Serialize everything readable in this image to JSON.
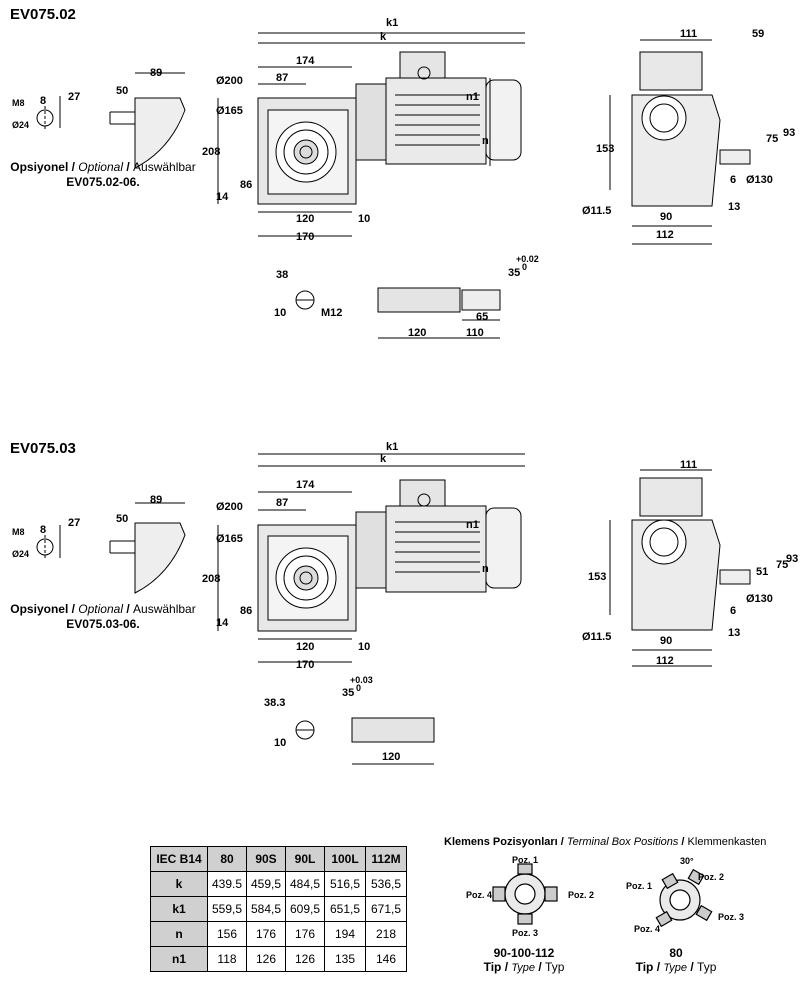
{
  "section1": {
    "title": "EV075.02",
    "optional_note": {
      "tr": "Opsiyonel",
      "en": "Optional",
      "de": "Auswählbar",
      "code": "EV075.02-06."
    },
    "flange_dims": {
      "m8": "M8",
      "d24": "Ø24",
      "d8": "8",
      "d27": "27",
      "d50": "50",
      "d89": "89"
    },
    "front_dims": {
      "k1": "k1",
      "k": "k",
      "d174": "174",
      "d87": "87",
      "d200": "Ø200",
      "d165": "Ø165",
      "d208": "208",
      "d86": "86",
      "d14": "14",
      "d120": "120",
      "d170": "170",
      "d10": "10",
      "n1": "n1",
      "n": "n"
    },
    "side_dims": {
      "d111": "111",
      "d59": "59",
      "d153": "153",
      "d75": "75",
      "d93": "93",
      "d6": "6",
      "d130": "Ø130",
      "d11_5": "Ø11.5",
      "d90": "90",
      "d112": "112",
      "d13": "13"
    },
    "shaft_dims": {
      "d38": "38",
      "d10": "10",
      "m12": "M12",
      "tol": "+0.02",
      "tol0": "0",
      "d35": "35",
      "d120": "120",
      "d65": "65",
      "d110": "110"
    }
  },
  "section2": {
    "title": "EV075.03",
    "optional_note": {
      "tr": "Opsiyonel",
      "en": "Optional",
      "de": "Auswählbar",
      "code": "EV075.03-06."
    },
    "flange_dims": {
      "m8": "M8",
      "d24": "Ø24",
      "d8": "8",
      "d27": "27",
      "d50": "50",
      "d89": "89"
    },
    "front_dims": {
      "k1": "k1",
      "k": "k",
      "d174": "174",
      "d87": "87",
      "d200": "Ø200",
      "d165": "Ø165",
      "d208": "208",
      "d86": "86",
      "d14": "14",
      "d120": "120",
      "d170": "170",
      "d10": "10",
      "n1": "n1",
      "n": "n"
    },
    "side_dims": {
      "d111": "111",
      "d153": "153",
      "d51": "51",
      "d75": "75",
      "d93": "93",
      "d130": "Ø130",
      "d6": "6",
      "d11_5": "Ø11.5",
      "d90": "90",
      "d112": "112",
      "d13": "13"
    },
    "shaft_dims": {
      "d38_3": "38.3",
      "d10": "10",
      "tol": "+0.03",
      "tol0": "0",
      "d35": "35",
      "d120": "120"
    }
  },
  "iec_table": {
    "headers": [
      "IEC B14",
      "80",
      "90S",
      "90L",
      "100L",
      "112M"
    ],
    "rows": [
      {
        "label": "k",
        "values": [
          "439.5",
          "459,5",
          "484,5",
          "516,5",
          "536,5"
        ]
      },
      {
        "label": "k1",
        "values": [
          "559,5",
          "584,5",
          "609,5",
          "651,5",
          "671,5"
        ]
      },
      {
        "label": "n",
        "values": [
          "156",
          "176",
          "176",
          "194",
          "218"
        ]
      },
      {
        "label": "n1",
        "values": [
          "118",
          "126",
          "126",
          "135",
          "146"
        ]
      }
    ]
  },
  "terminal_box": {
    "title_tr": "Klemens Pozisyonları",
    "title_en": "Terminal Box Positions",
    "title_de": "Klemmenkasten",
    "type_a": {
      "poz1": "Poz. 1",
      "poz2": "Poz. 2",
      "poz3": "Poz. 3",
      "poz4": "Poz. 4",
      "name": "90-100-112"
    },
    "type_b": {
      "poz1": "Poz. 1",
      "poz2": "Poz. 2",
      "poz3": "Poz. 3",
      "poz4": "Poz. 4",
      "angle": "30°",
      "name": "80"
    },
    "tip": {
      "tr": "Tip",
      "en": "Type",
      "de": "Typ"
    }
  }
}
